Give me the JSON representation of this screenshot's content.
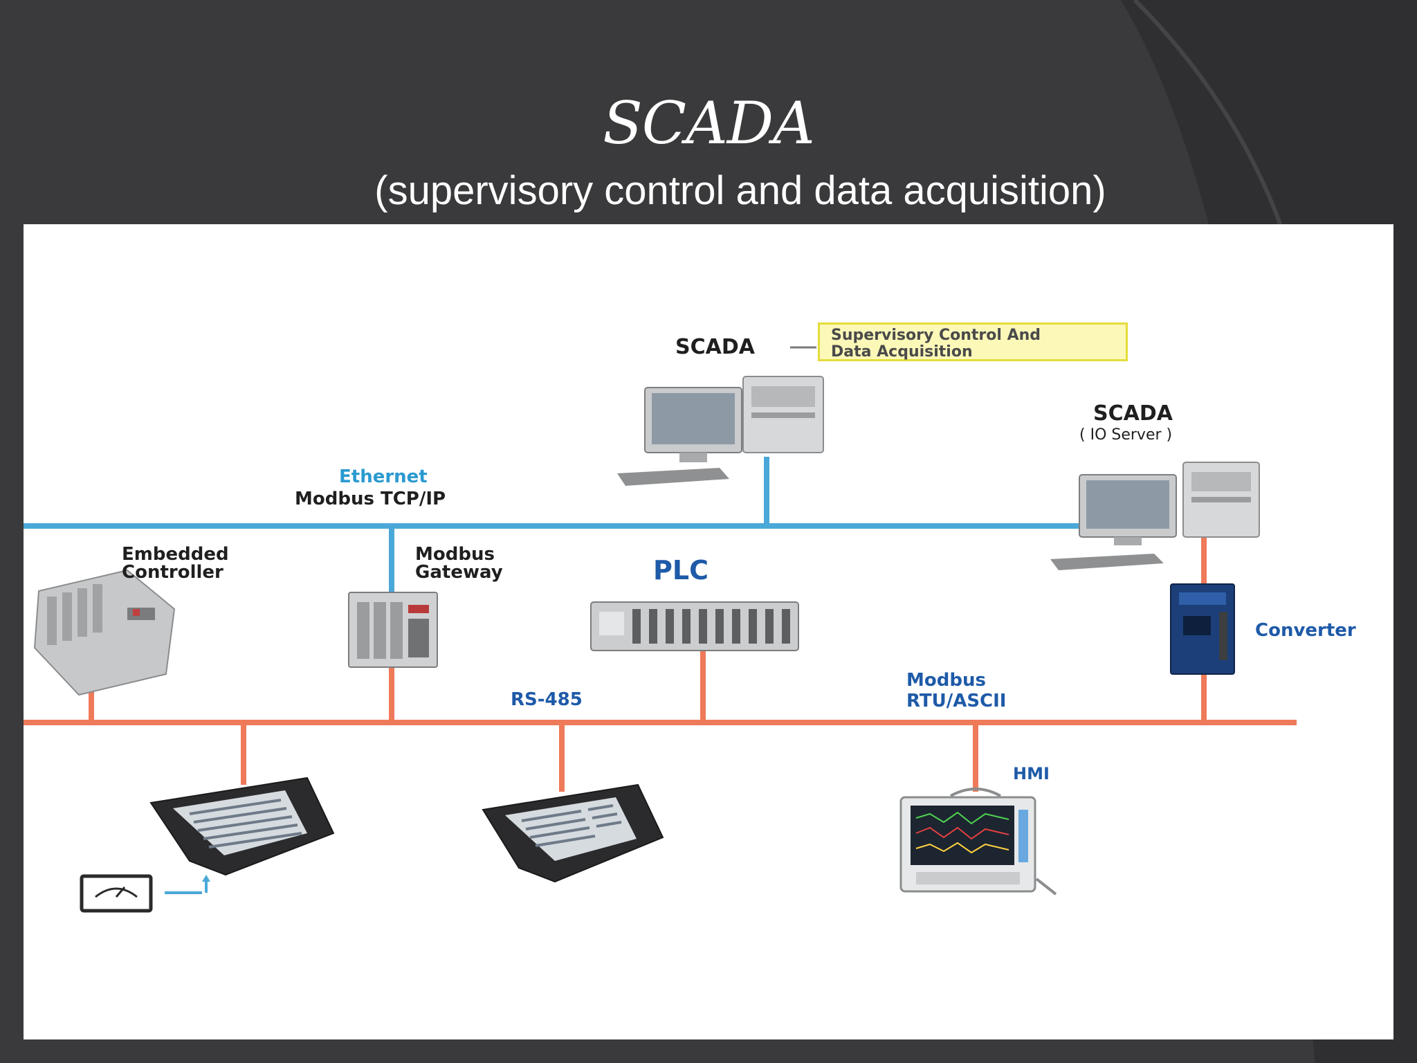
{
  "slide": {
    "title": "SCADA",
    "subtitle": "(supervisory control and data acquisition)"
  },
  "diagram": {
    "scada_label": "SCADA",
    "scada_callout_line1": "Supervisory Control And",
    "scada_callout_line2": "Data Acquisition",
    "io_server_label": "SCADA",
    "io_server_sublabel": "( IO Server )",
    "ethernet_label": "Ethernet",
    "modbus_tcp_label": "Modbus TCP/IP",
    "embedded_line1": "Embedded",
    "embedded_line2": "Controller",
    "gateway_line1": "Modbus",
    "gateway_line2": "Gateway",
    "plc_label": "PLC",
    "converter_label": "Converter",
    "rs485_label": "RS-485",
    "rtu_line1": "Modbus",
    "rtu_line2": "RTU/ASCII",
    "hmi_label": "HMI"
  },
  "colors": {
    "ethernet_line": "#4aa8d8",
    "serial_line": "#ee7a5a",
    "callout_fill": "#fbf8b8",
    "callout_border": "#e4dc3a"
  }
}
